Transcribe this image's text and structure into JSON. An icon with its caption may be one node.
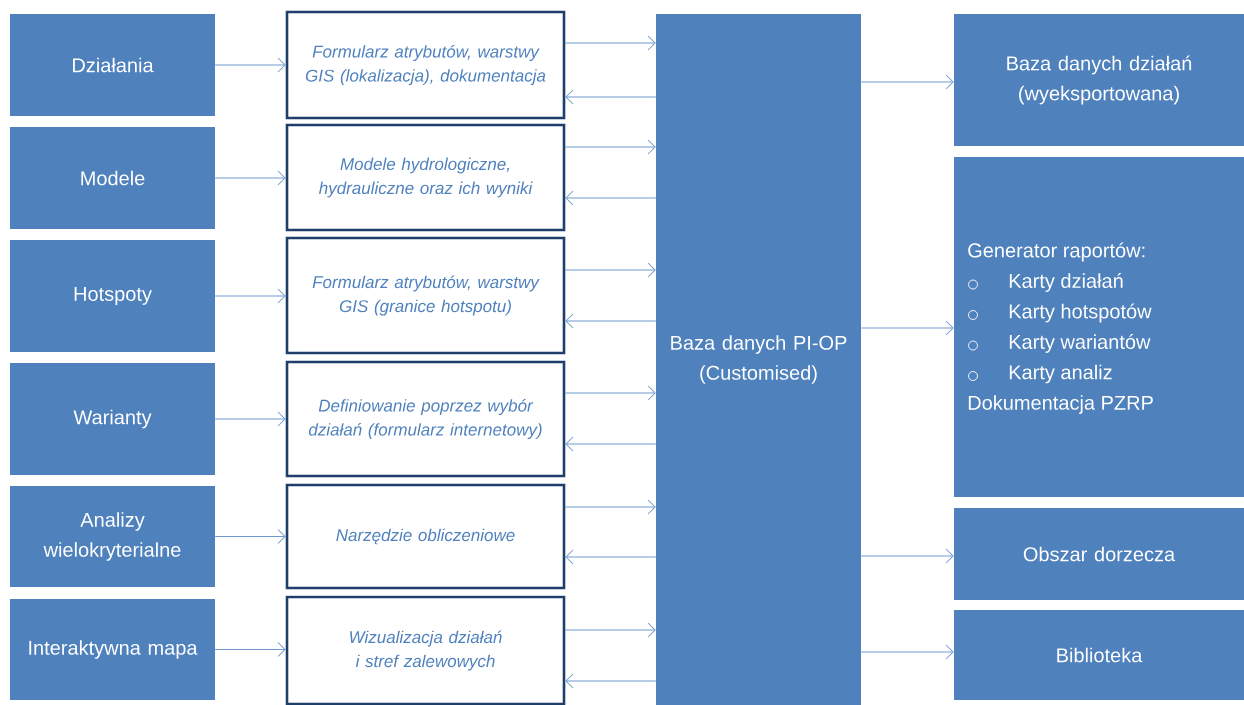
{
  "diagram": {
    "nodes": [
      {
        "text": [
          "Działania"
        ]
      },
      {
        "text": [
          "Modele"
        ]
      },
      {
        "text": [
          "Hotspoty"
        ]
      },
      {
        "text": [
          "Warianty"
        ]
      },
      {
        "text": [
          "Analizy wielokryterialne"
        ]
      },
      {
        "text": [
          "Interaktywna mapa"
        ]
      },
      {
        "text": [
          "Formularz atrybutów, warstwy GIS (lokalizacja), dokumentacja"
        ]
      },
      {
        "text": [
          "Modele hydrologiczne, hydrauliczne oraz ich wyniki"
        ]
      },
      {
        "text": [
          "Formularz atrybutów, warstwy GIS (granice hotspotu)"
        ]
      },
      {
        "text": [
          "Definiowanie poprzez wybór działań (formularz internetowy)"
        ]
      },
      {
        "text": [
          "Narzędzie obliczeniowe"
        ]
      },
      {
        "text": [
          "Wizualizacja działań i stref zalewowych"
        ]
      },
      {
        "text": [
          "Baza danych PI-OP (Customised)"
        ]
      },
      {
        "text": [
          "Baza danych działań (wyeksportowana)"
        ]
      },
      {
        "text": [
          "Generator raportów:",
          "Karty działań",
          "Karty hotspotów",
          "Karty wariantów",
          "Karty analiz",
          "Dokumentacja PZRP"
        ]
      },
      {
        "text": [
          "Obszar dorzecza"
        ]
      },
      {
        "text": [
          "Biblioteka"
        ]
      }
    ],
    "edges": [
      {
        "from": 0,
        "to": 6,
        "arrow": "to"
      },
      {
        "from": 1,
        "to": 7,
        "arrow": "to"
      },
      {
        "from": 2,
        "to": 8,
        "arrow": "to"
      },
      {
        "from": 3,
        "to": 9,
        "arrow": "to"
      },
      {
        "from": 4,
        "to": 10,
        "arrow": "to"
      },
      {
        "from": 5,
        "to": 11,
        "arrow": "to"
      },
      {
        "from": 6,
        "to": 12,
        "arrow": "to"
      },
      {
        "from": 12,
        "to": 6,
        "arrow": "to"
      },
      {
        "from": 7,
        "to": 12,
        "arrow": "to"
      },
      {
        "from": 12,
        "to": 7,
        "arrow": "to"
      },
      {
        "from": 8,
        "to": 12,
        "arrow": "to"
      },
      {
        "from": 12,
        "to": 8,
        "arrow": "to"
      },
      {
        "from": 9,
        "to": 12,
        "arrow": "to"
      },
      {
        "from": 12,
        "to": 9,
        "arrow": "to"
      },
      {
        "from": 10,
        "to": 12,
        "arrow": "to"
      },
      {
        "from": 12,
        "to": 10,
        "arrow": "to"
      },
      {
        "from": 11,
        "to": 12,
        "arrow": "to"
      },
      {
        "from": 12,
        "to": 11,
        "arrow": "to"
      },
      {
        "from": 12,
        "to": 13,
        "arrow": "to"
      },
      {
        "from": 12,
        "to": 14,
        "arrow": "to"
      },
      {
        "from": 12,
        "to": 15,
        "arrow": "to"
      },
      {
        "from": 12,
        "to": 16,
        "arrow": "to"
      }
    ]
  }
}
